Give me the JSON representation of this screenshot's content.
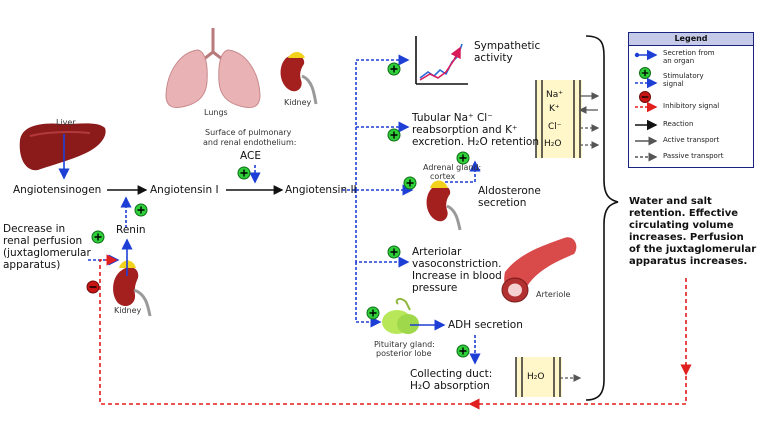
{
  "labels": {
    "liver": "Liver",
    "lungs": "Lungs",
    "kidney_top": "Kidney",
    "kidney_left": "Kidney",
    "ace_caption_1": "Surface of pulmonary",
    "ace_caption_2": "and renal endothelium:",
    "ace": "ACE",
    "angiotensinogen": "Angiotensinogen",
    "angiotensin_1": "Angiotensin I",
    "angiotensin_2": "Angiotensin II",
    "renin": "Renin",
    "decrease_1": "Decrease in",
    "decrease_2": "renal perfusion",
    "decrease_3": "(juxtaglomerular",
    "decrease_4": "apparatus)",
    "sympathetic_1": "Sympathetic",
    "sympathetic_2": "activity",
    "tubular_1": "Tubular Na⁺ Cl⁻",
    "tubular_2": "reabsorption and K⁺",
    "tubular_3": "excretion. H₂O retention",
    "adrenal_1": "Adrenal gland:",
    "adrenal_2": "cortex",
    "aldosterone_1": "Aldosterone",
    "aldosterone_2": "secretion",
    "arteriolar_1": "Arteriolar",
    "arteriolar_2": "vasoconstriction.",
    "arteriolar_3": "Increase in blood",
    "arteriolar_4": "pressure",
    "arteriole": "Arteriole",
    "pituitary_1": "Pituitary gland:",
    "pituitary_2": "posterior lobe",
    "adh": "ADH secretion",
    "collecting_1": "Collecting duct:",
    "collecting_2": "H₂O absorption",
    "ion_na": "Na⁺",
    "ion_k": "K⁺",
    "ion_cl": "Cl⁻",
    "ion_h2o": "H₂O",
    "ion_h2o_duct": "H₂O",
    "result_1": "Water and salt",
    "result_2": "retention. Effective",
    "result_3": "circulating volume",
    "result_4": "increases. Perfusion",
    "result_5": "of the juxtaglomerular",
    "result_6": "apparatus increases."
  },
  "legend": {
    "title": "Legend",
    "secretion_1": "Secretion from",
    "secretion_2": "an organ",
    "stimulatory_1": "Stimulatory",
    "stimulatory_2": "signal",
    "inhibitory": "Inhibitory signal",
    "reaction": "Reaction",
    "active": "Active transport",
    "passive": "Passive transport"
  },
  "colors": {
    "secretion": "#1e3fd6",
    "stimulatory": "#1e3fd6",
    "inhibitory": "#e01f1f",
    "reaction": "#111111",
    "plus_fill": "#2fcf3a",
    "minus_fill": "#c81414",
    "organ_red": "#8b1a1a",
    "lung_pink": "#e9b3b5",
    "adrenal_yellow": "#f2d21b",
    "pituitary_green": "#b8e85a",
    "arteriole_red": "#d94a4a",
    "tubule_yellow": "#fff6c9"
  },
  "icons": {
    "plus": "plus-icon",
    "minus": "minus-icon"
  }
}
